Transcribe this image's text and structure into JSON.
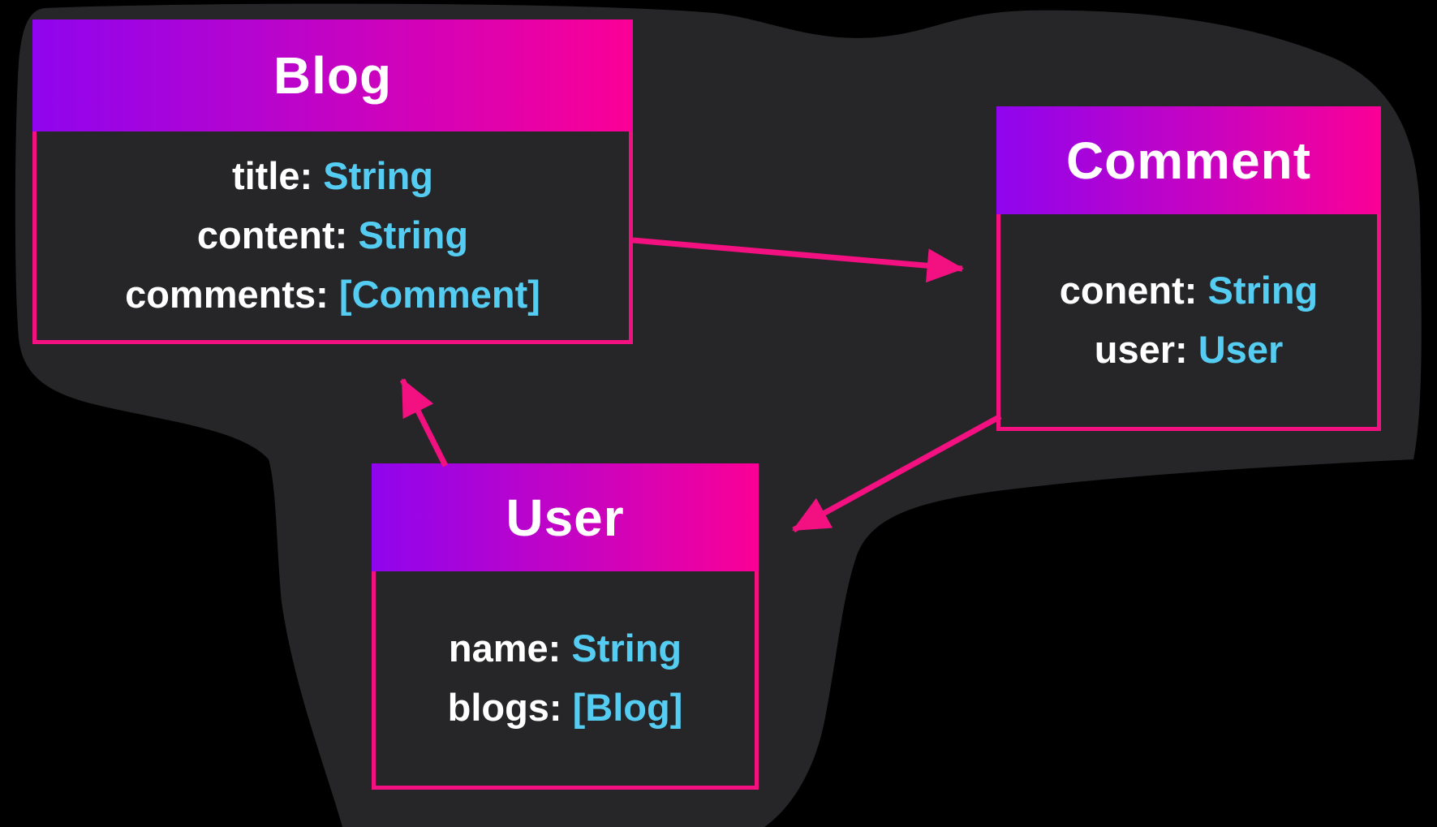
{
  "diagram": {
    "entities": [
      {
        "name": "Blog",
        "fields": [
          {
            "label": "title:",
            "type": "String"
          },
          {
            "label": "content:",
            "type": "String"
          },
          {
            "label": "comments:",
            "type": "[Comment]"
          }
        ]
      },
      {
        "name": "Comment",
        "fields": [
          {
            "label": "conent:",
            "type": "String"
          },
          {
            "label": "user:",
            "type": "User"
          }
        ]
      },
      {
        "name": "User",
        "fields": [
          {
            "label": "name:",
            "type": "String"
          },
          {
            "label": "blogs:",
            "type": "[Blog]"
          }
        ]
      }
    ],
    "relations": [
      {
        "from": "Blog",
        "to": "Comment"
      },
      {
        "from": "Comment",
        "to": "User"
      },
      {
        "from": "User",
        "to": "Blog"
      }
    ],
    "colors": {
      "background": "#000000",
      "blob": "#262628",
      "accent_pink": "#f31080",
      "header_gradient_start": "#8f05ee",
      "header_gradient_end": "#fb0096",
      "type_cyan": "#55cdf2",
      "label_white": "#ffffff"
    }
  }
}
